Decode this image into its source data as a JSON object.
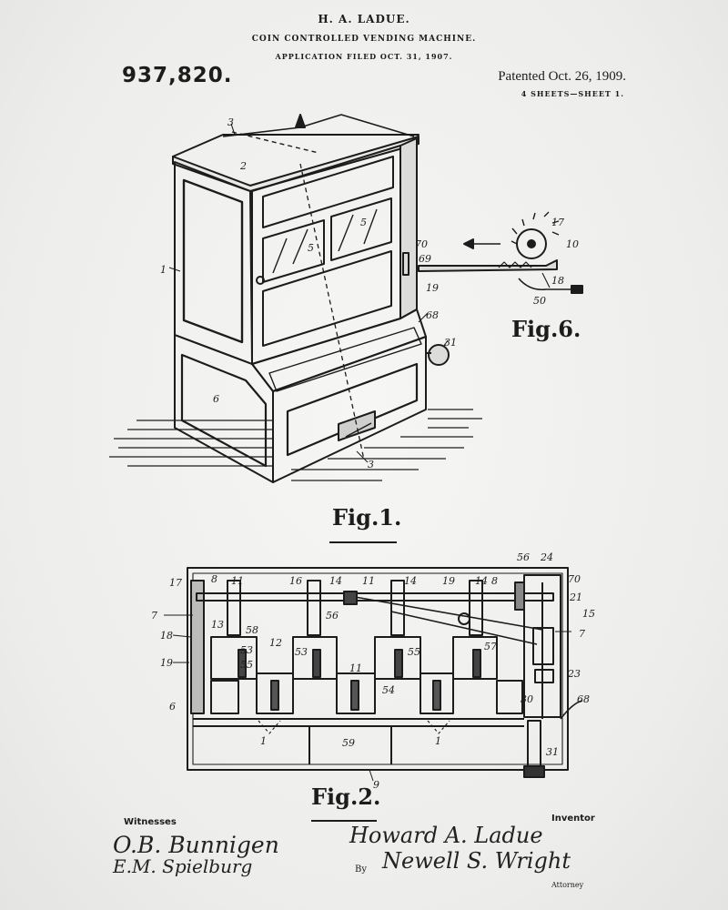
{
  "header": {
    "inventor": "H. A. LADUE.",
    "title": "COIN CONTROLLED VENDING MACHINE.",
    "application": "APPLICATION FILED OCT. 31, 1907.",
    "patent_number": "937,820.",
    "patented": "Patented Oct. 26, 1909.",
    "sheets": "4 SHEETS—SHEET 1."
  },
  "figures": {
    "fig1": {
      "caption": "Fig.1.",
      "labels": [
        "3",
        "2",
        "1",
        "5",
        "5",
        "68",
        "31",
        "6",
        "3"
      ]
    },
    "fig6": {
      "caption": "Fig.6.",
      "labels": [
        "17",
        "10",
        "70",
        "69",
        "18",
        "19",
        "50"
      ]
    },
    "fig2": {
      "caption": "Fig.2.",
      "labels": [
        "17",
        "8",
        "11",
        "16",
        "14",
        "11",
        "14",
        "19",
        "14",
        "8",
        "56",
        "24",
        "70",
        "21",
        "7",
        "15",
        "7",
        "18",
        "19",
        "6",
        "13",
        "58",
        "12",
        "53",
        "55",
        "56",
        "53",
        "55",
        "57",
        "54",
        "11",
        "1",
        "59",
        "1",
        "9",
        "30",
        "23",
        "68",
        "31"
      ]
    }
  },
  "signatures": {
    "witnesses_label": "Witnesses",
    "witness_1": "O.B. Bunnigen",
    "witness_2": "E.M. Spielburg",
    "inventor_label": "Inventor",
    "inventor": "Howard A. Ladue",
    "by": "By",
    "attorney": "Newell S. Wright",
    "attorney_label": "Attorney"
  }
}
